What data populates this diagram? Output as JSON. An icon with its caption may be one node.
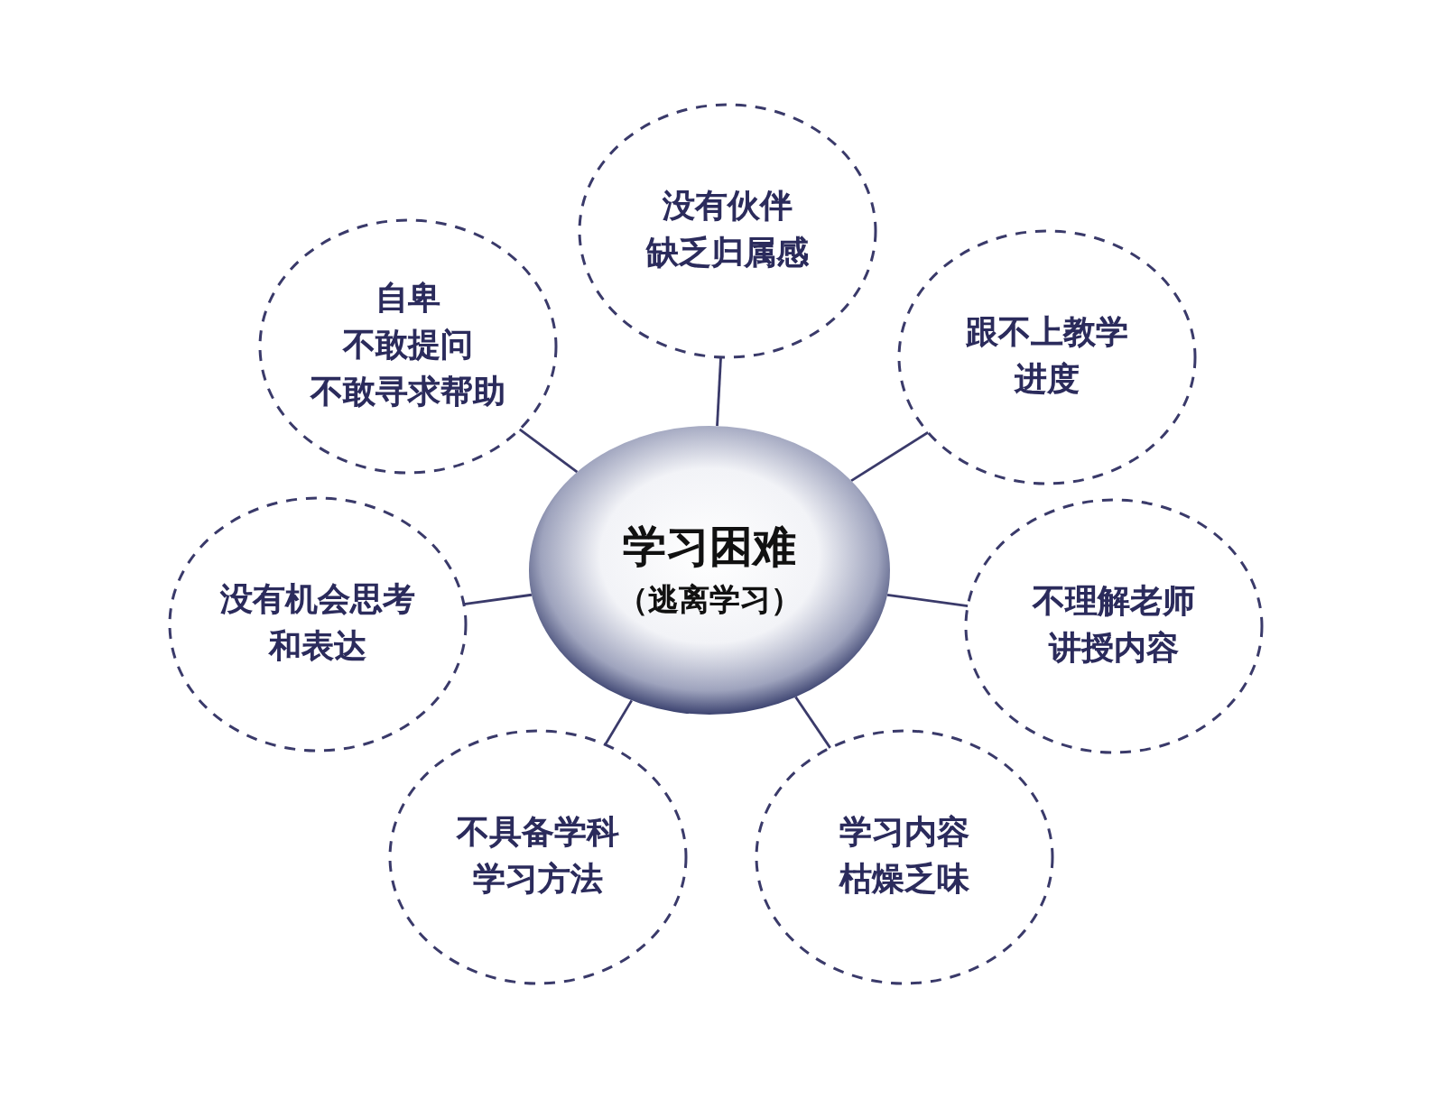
{
  "diagram": {
    "nodes": [
      {
        "text": [
          "学习困难",
          "（逃离学习）"
        ]
      },
      {
        "text": [
          "没有伙伴缺乏归属感"
        ]
      },
      {
        "text": [
          "自卑不敢提问不敢寻求帮助"
        ]
      },
      {
        "text": [
          "跟不上教学进度"
        ]
      },
      {
        "text": [
          "没有机会思考和表达"
        ]
      },
      {
        "text": [
          "不理解老师讲授内容"
        ]
      },
      {
        "text": [
          "不具备学科学习方法"
        ]
      },
      {
        "text": [
          "学习内容枯燥乏味"
        ]
      }
    ],
    "edges": [
      {
        "from": 0,
        "to": 1,
        "arrow": "none"
      },
      {
        "from": 0,
        "to": 2,
        "arrow": "none"
      },
      {
        "from": 0,
        "to": 3,
        "arrow": "none"
      },
      {
        "from": 0,
        "to": 4,
        "arrow": "none"
      },
      {
        "from": 0,
        "to": 5,
        "arrow": "none"
      },
      {
        "from": 0,
        "to": 6,
        "arrow": "none"
      },
      {
        "from": 0,
        "to": 7,
        "arrow": "none"
      }
    ]
  }
}
